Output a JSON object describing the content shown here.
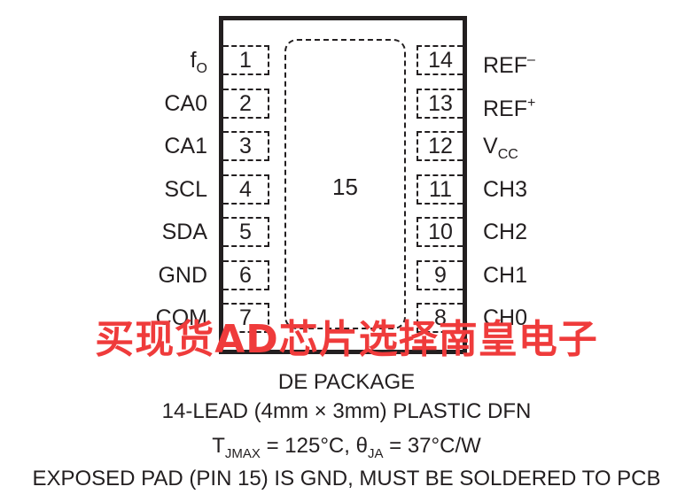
{
  "package": {
    "exposed_pad_number": "15",
    "pins_left": [
      {
        "num": "1",
        "name": "f",
        "sub": "O",
        "sup": ""
      },
      {
        "num": "2",
        "name": "CA0",
        "sub": "",
        "sup": ""
      },
      {
        "num": "3",
        "name": "CA1",
        "sub": "",
        "sup": ""
      },
      {
        "num": "4",
        "name": "SCL",
        "sub": "",
        "sup": ""
      },
      {
        "num": "5",
        "name": "SDA",
        "sub": "",
        "sup": ""
      },
      {
        "num": "6",
        "name": "GND",
        "sub": "",
        "sup": ""
      },
      {
        "num": "7",
        "name": "COM",
        "sub": "",
        "sup": ""
      }
    ],
    "pins_right": [
      {
        "num": "14",
        "name": "REF",
        "sub": "",
        "sup": "–"
      },
      {
        "num": "13",
        "name": "REF",
        "sub": "",
        "sup": "+"
      },
      {
        "num": "12",
        "name": "V",
        "sub": "CC",
        "sup": ""
      },
      {
        "num": "11",
        "name": "CH3",
        "sub": "",
        "sup": ""
      },
      {
        "num": "10",
        "name": "CH2",
        "sub": "",
        "sup": ""
      },
      {
        "num": "9",
        "name": "CH1",
        "sub": "",
        "sup": ""
      },
      {
        "num": "8",
        "name": "CH0",
        "sub": "",
        "sup": ""
      }
    ]
  },
  "captions": {
    "package_name": "DE PACKAGE",
    "package_desc": "14-LEAD (4mm × 3mm) PLASTIC DFN",
    "tj_prefix": "T",
    "tj_sub": "JMAX",
    "tj_value": " = 125°C, ",
    "theta": "θ",
    "theta_sub": "JA",
    "theta_value": " = 37°C/W",
    "exposed_pad_note": "EXPOSED PAD (PIN 15) IS GND, MUST BE SOLDERED TO PCB"
  },
  "watermark": "买现货AD芯片选择南皇电子",
  "colors": {
    "ink": "#231f20",
    "watermark": "#ef3b3b"
  }
}
